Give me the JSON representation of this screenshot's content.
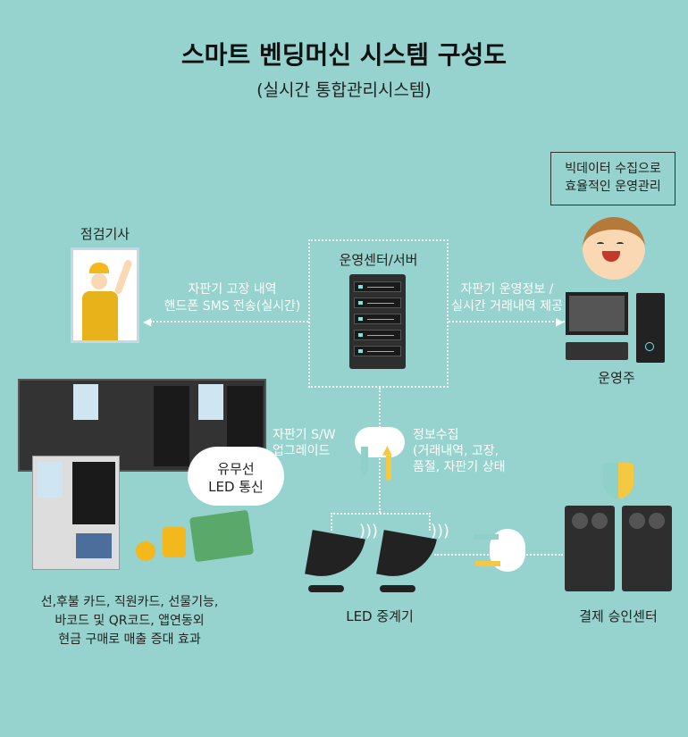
{
  "title": "스마트 벤딩머신 시스템 구성도",
  "subtitle": "(실시간 통합관리시스템)",
  "nodes": {
    "technician": "점검기사",
    "server": "운영센터/서버",
    "owner": "운영주",
    "bigdata": [
      "빅데이터 수집으로",
      "효율적인 운영관리"
    ],
    "wired": [
      "유무선",
      "LED 통신"
    ],
    "relay": "LED 중계기",
    "payment": "결제 승인센터"
  },
  "arrows": {
    "to_technician": [
      "자판기 고장 내역",
      "핸드폰 SMS 전송(실시간)"
    ],
    "to_owner": [
      "자판기 운영정보 /",
      "실시간 거래내역 제공"
    ],
    "sw_upgrade": [
      "자판기 S/W",
      "업그레이드"
    ],
    "info_collect": [
      "정보수집",
      "(거래내역, 고장,",
      "품절, 자판기 상태"
    ]
  },
  "benefits": [
    "선,후불 카드, 직원카드, 선물기능,",
    "바코드 및 QR코드, 앱연동외",
    "현금 구매로 매출 증대 효과"
  ],
  "colors": {
    "bg": "#97d3ce",
    "rack": "#2e2e2e",
    "accent": "#f5c842",
    "arrow_down": "#8fd0c8"
  }
}
